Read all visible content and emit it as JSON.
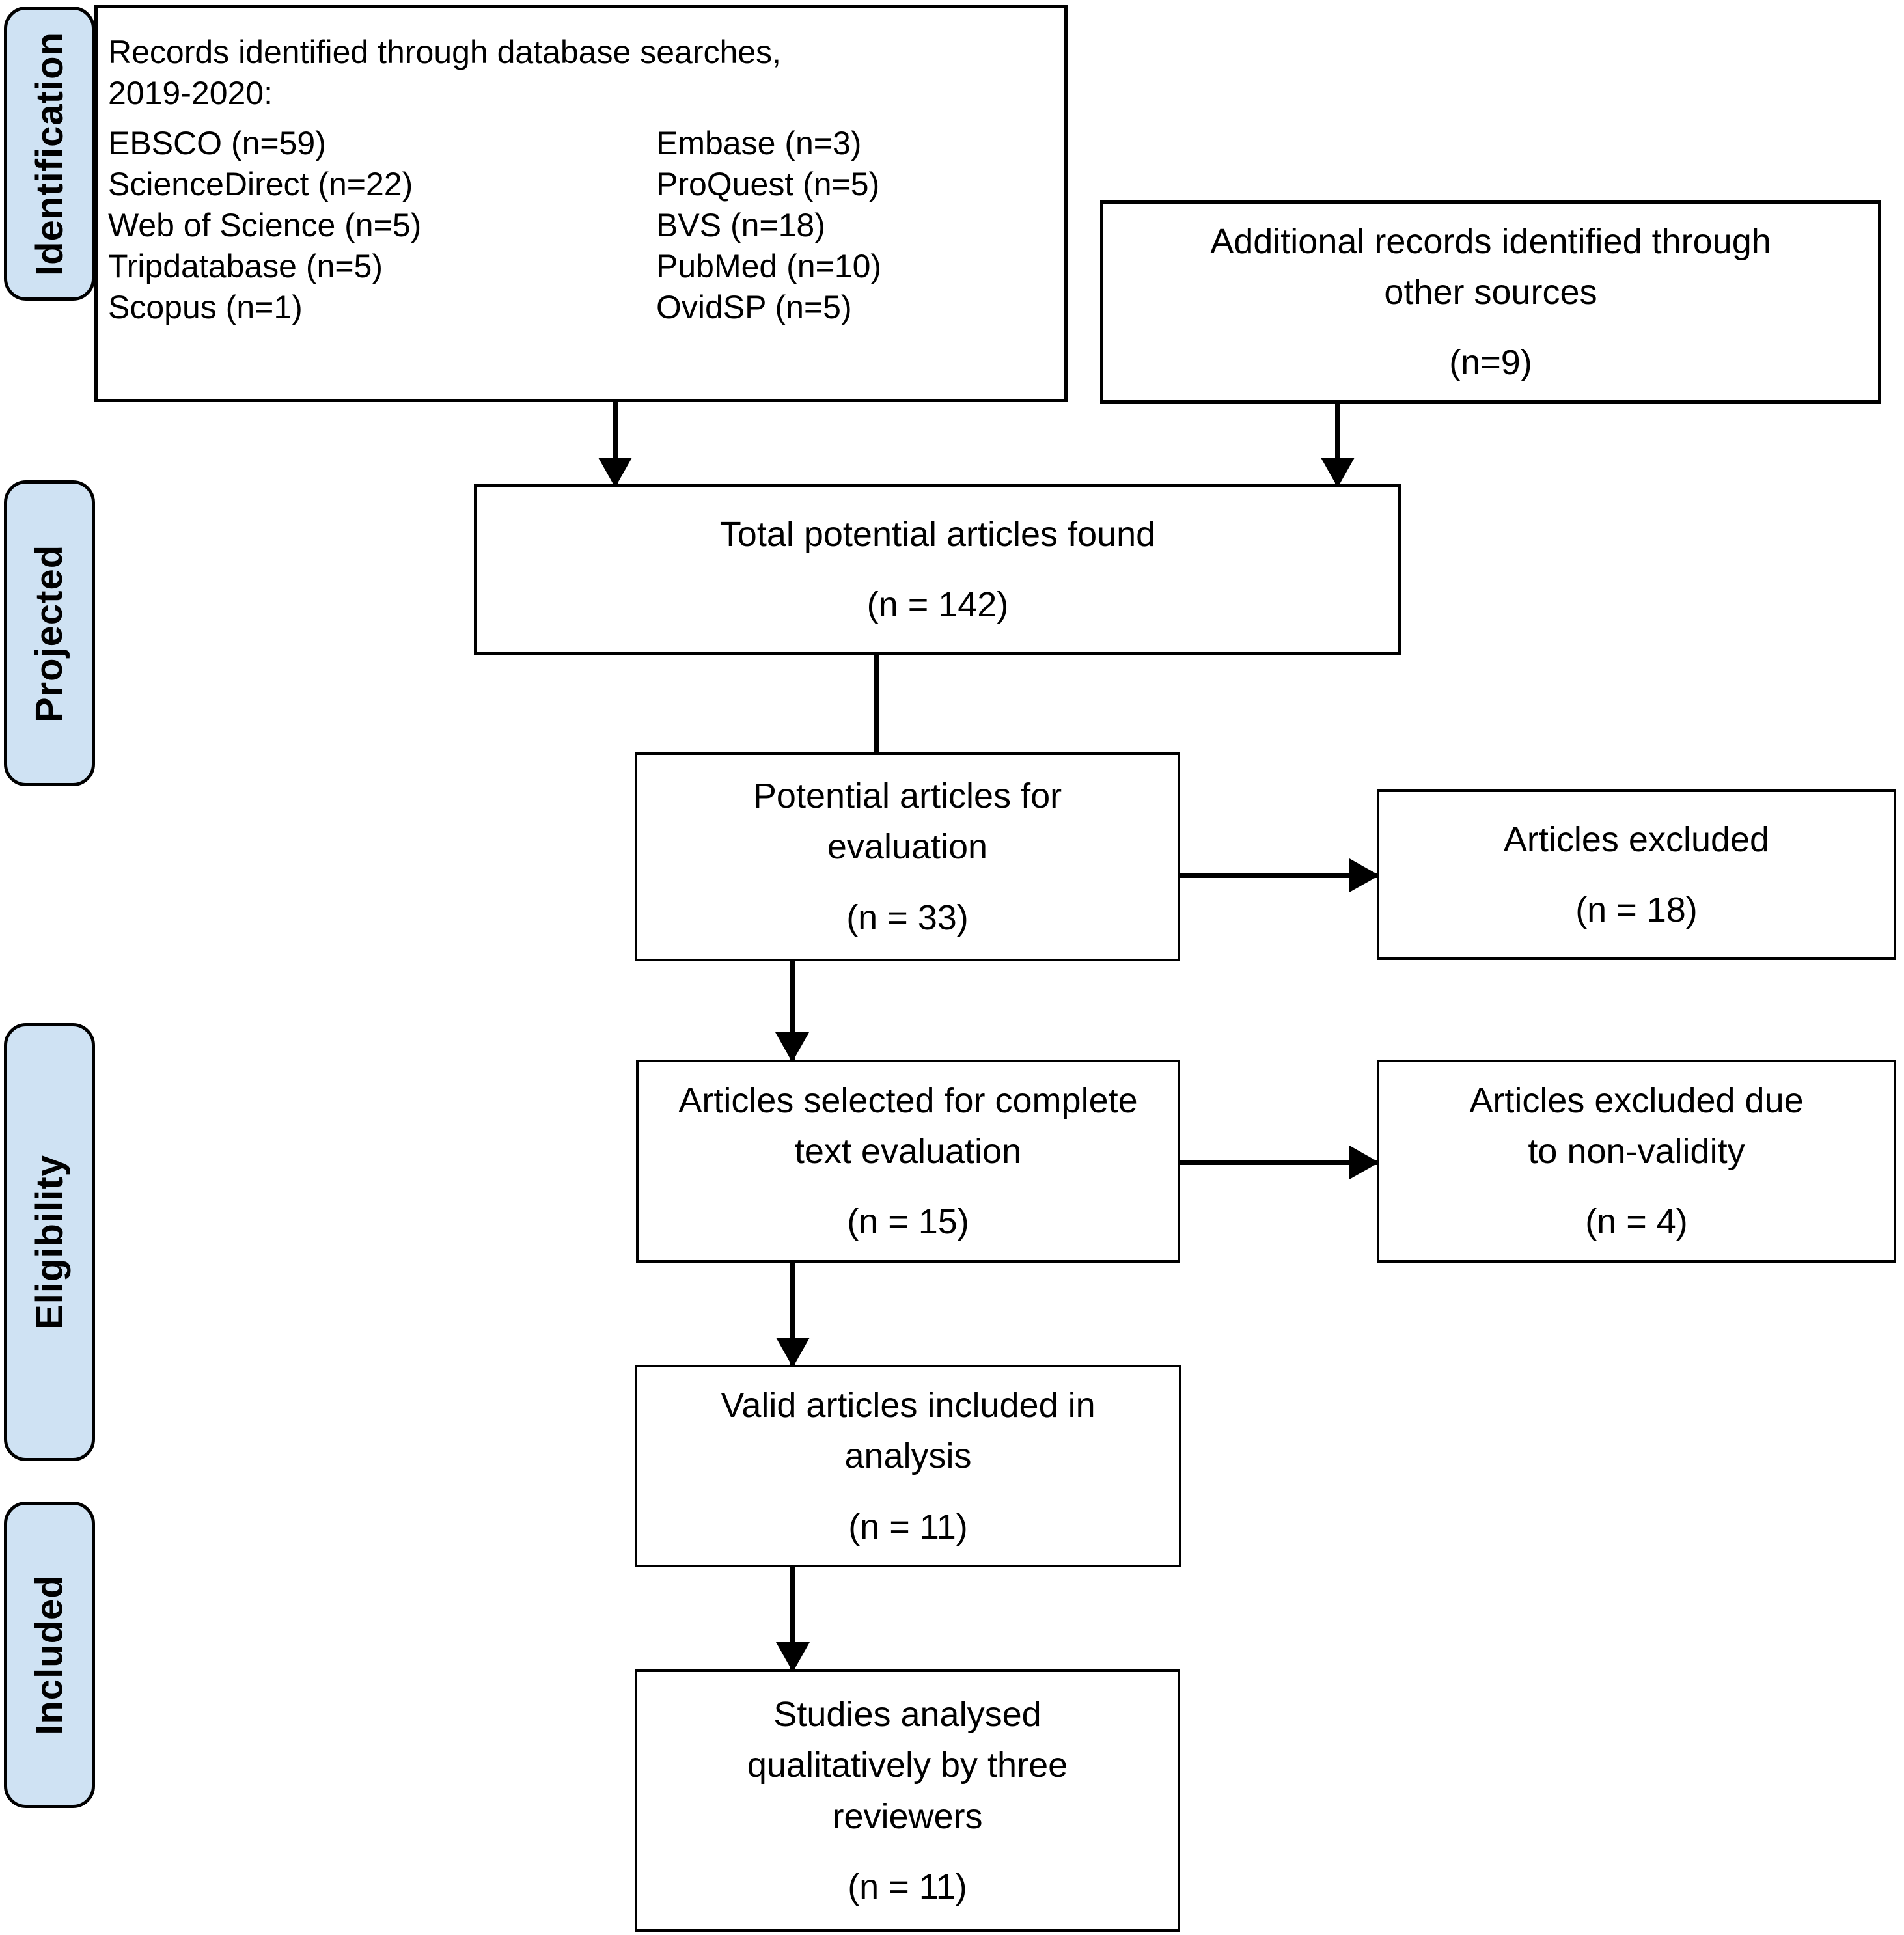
{
  "colors": {
    "stage_fill": "#cfe2f3",
    "line_color": "#000000",
    "box_fill": "#ffffff"
  },
  "stages": [
    {
      "label": "Identification"
    },
    {
      "label": "Projected"
    },
    {
      "label": "Eligibility"
    },
    {
      "label": "Included"
    }
  ],
  "boxes": {
    "records": {
      "line1": "Records identified through database searches,",
      "line2": "2019-2020:",
      "col1": [
        "EBSCO (n=59)",
        "ScienceDirect (n=22)",
        "Web of Science (n=5)",
        "Tripdatabase (n=5)",
        "Scopus (n=1)"
      ],
      "col2": [
        "Embase (n=3)",
        "ProQuest (n=5)",
        "BVS (n=18)",
        "PubMed (n=10)",
        "OvidSP (n=5)"
      ]
    },
    "additional": {
      "line1": "Additional records identified through",
      "line2": "other sources",
      "n": "(n=9)"
    },
    "total": {
      "line1": "Total potential articles found",
      "n": "(n = 142)"
    },
    "potential": {
      "line1": "Potential articles for",
      "line2": "evaluation",
      "n": "(n = 33)"
    },
    "excluded": {
      "line1": "Articles excluded",
      "n": "(n = 18)"
    },
    "selected": {
      "line1": "Articles selected for complete",
      "line2": "text evaluation",
      "n": "(n = 15)"
    },
    "excluded_nonvalidity": {
      "line1": "Articles excluded due",
      "line2": "to non-validity",
      "n": "(n = 4)"
    },
    "valid": {
      "line1": "Valid articles included in",
      "line2": "analysis",
      "n": "(n = 11)"
    },
    "studies": {
      "line1": "Studies analysed",
      "line2": "qualitatively by three",
      "line3": "reviewers",
      "n": "(n = 11)"
    }
  }
}
